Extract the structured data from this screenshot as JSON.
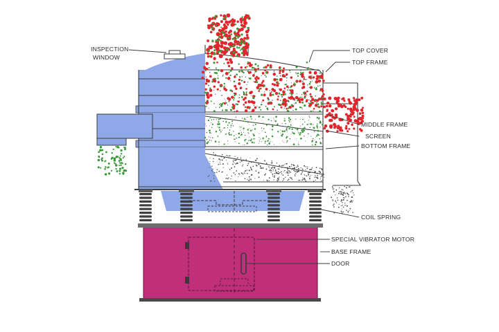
{
  "labels": {
    "inspection_window": [
      "INSPECTION",
      "WINDOW"
    ],
    "top_cover": "TOP COVER",
    "top_frame": "TOP FRAME",
    "middle_frame": "MIDDLE FRAME",
    "screen": "SCREEN",
    "bottom_frame": "BOTTOM FRAME",
    "coil_spring": "COIL SPRING",
    "special_vibrator_motor": "SPECIAL VIBRATOR MOTOR",
    "base_frame": "BASE FRAME",
    "door": "DOOR"
  },
  "colors": {
    "body_blue": "#8fa8e8",
    "base_magenta": "#c0307a",
    "coarse_particle": "#e0262c",
    "fine_particle": "#3a9a3a",
    "powder_particle": "#4a4a4a",
    "screen_particle": "#a7a7a7"
  }
}
